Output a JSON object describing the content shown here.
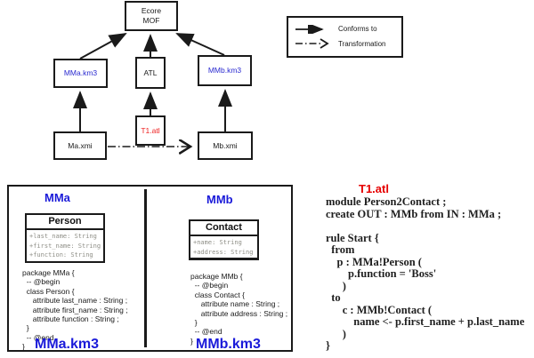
{
  "diagram": {
    "nodes": {
      "ecore": {
        "label": "Ecore\nMOF"
      },
      "mma_km3": {
        "label": "MMa.km3"
      },
      "atl": {
        "label": "ATL"
      },
      "mmb_km3": {
        "label": "MMb.km3"
      },
      "ma_xmi": {
        "label": "Ma.xmi"
      },
      "t1_atl": {
        "label": "T1.atl"
      },
      "mb_xmi": {
        "label": "Mb.xmi"
      }
    },
    "legend": {
      "conforms_label": "Conforms to",
      "transformation_label": "Transformation"
    }
  },
  "metamodels": {
    "mma": {
      "title": "MMa",
      "class_name": "Person",
      "attributes": [
        "+last_name: String",
        "+first_name: String",
        "+function: String"
      ],
      "code": "package MMa {\n  -- @begin\n  class Person {\n     attribute last_name : String ;\n     attribute first_name : String ;\n     attribute function : String ;\n  }\n  -- @end\n}",
      "file_label": "MMa.km3"
    },
    "mmb": {
      "title": "MMb",
      "class_name": "Contact",
      "attributes": [
        "+name: String",
        "+address: String"
      ],
      "code": "package MMb {\n  -- @begin\n  class Contact {\n     attribute name : String ;\n     attribute address : String ;\n  }\n  -- @end\n}",
      "file_label": "MMb.km3"
    }
  },
  "atl_listing": {
    "title": "T1.atl",
    "code": "module Person2Contact ;\ncreate OUT : MMb from IN : MMa ;\n\nrule Start {\n  from\n    p : MMa!Person (\n        p.function = 'Boss'\n      )\n  to\n      c : MMb!Contact (\n          name <- p.first_name + p.last_name\n      )\n}"
  },
  "colors": {
    "label_blue": "#2a2ad0",
    "panel_blue": "#1a1ad9",
    "accent_red": "#e60000",
    "attr_gray": "#8f8f87",
    "line_black": "#1a1a1a"
  }
}
